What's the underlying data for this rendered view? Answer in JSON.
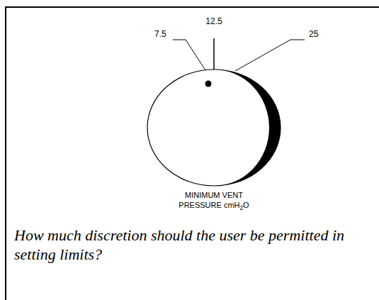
{
  "diagram": {
    "caption": "How much discretion should the user be permitted in setting limits?",
    "labels": [
      "7.5",
      "12.5",
      "25",
      "MINIMUM VENT PRESSURE cmH2O"
    ]
  }
}
